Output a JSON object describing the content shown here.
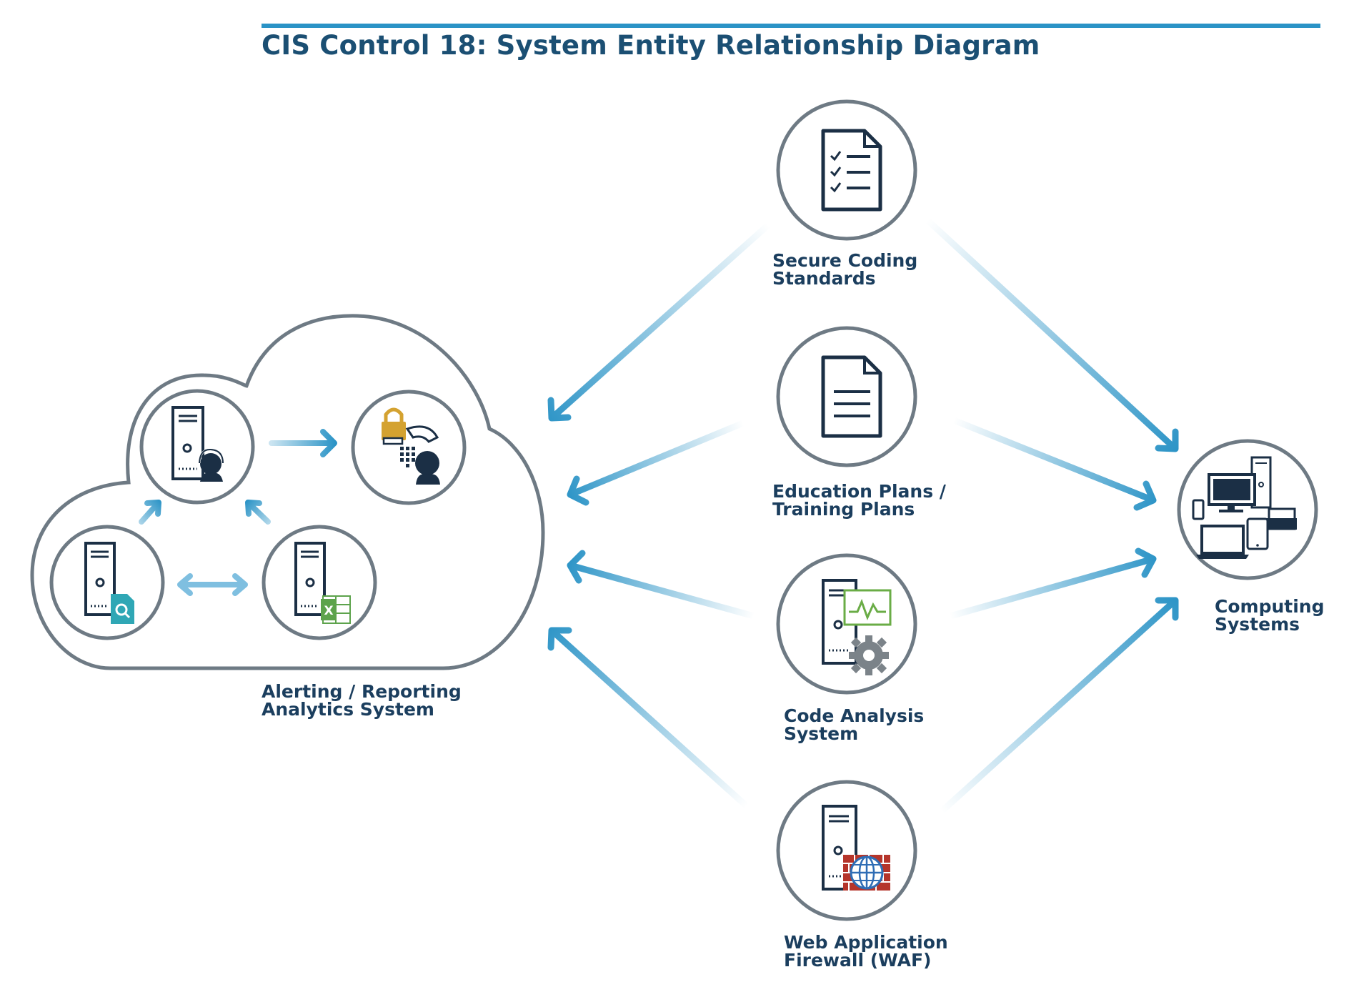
{
  "title": "CIS Control 18: System Entity Relationship Diagram",
  "colors": {
    "title": "#1b4f73",
    "label": "#1b3e5e",
    "accent_bar": "#2a93c6",
    "arrow": "#2a93c6",
    "circle_stroke": "#6e7a84",
    "icon_dark": "#1b2f45",
    "lock": "#d4a230",
    "excel": "#5da34c",
    "search_doc": "#2fa7b5",
    "chart": "#6aac46",
    "gear": "#7b8389",
    "firewall": "#b5352b",
    "globe": "#2f6db5"
  },
  "nodes": {
    "secure_coding": {
      "line1": "Secure Coding",
      "line2": "Standards",
      "icon": "checklist-document-icon"
    },
    "education": {
      "line1": "Education Plans /",
      "line2": "Training Plans",
      "icon": "document-icon"
    },
    "code_analysis": {
      "line1": "Code Analysis",
      "line2": "System",
      "icon": "server-chart-gear-icon"
    },
    "waf": {
      "line1": "Web Application",
      "line2": "Firewall (WAF)",
      "icon": "server-firewall-icon"
    },
    "computing": {
      "line1": "Computing",
      "line2": "Systems",
      "icon": "devices-icon"
    },
    "alerting": {
      "line1": "Alerting / Reporting",
      "line2": "Analytics System",
      "icon": "cloud-icon"
    }
  },
  "cloud_nodes": [
    {
      "icon": "server-support-icon"
    },
    {
      "icon": "lock-phone-keypad-icon"
    },
    {
      "icon": "server-search-icon"
    },
    {
      "icon": "server-spreadsheet-icon"
    }
  ],
  "cloud_spreadsheet_letter": "X",
  "edges": [
    {
      "from": "secure_coding",
      "to": "alerting"
    },
    {
      "from": "education",
      "to": "alerting"
    },
    {
      "from": "code_analysis",
      "to": "alerting"
    },
    {
      "from": "waf",
      "to": "alerting"
    },
    {
      "from": "secure_coding",
      "to": "computing"
    },
    {
      "from": "education",
      "to": "computing"
    },
    {
      "from": "code_analysis",
      "to": "computing"
    },
    {
      "from": "waf",
      "to": "computing"
    }
  ]
}
